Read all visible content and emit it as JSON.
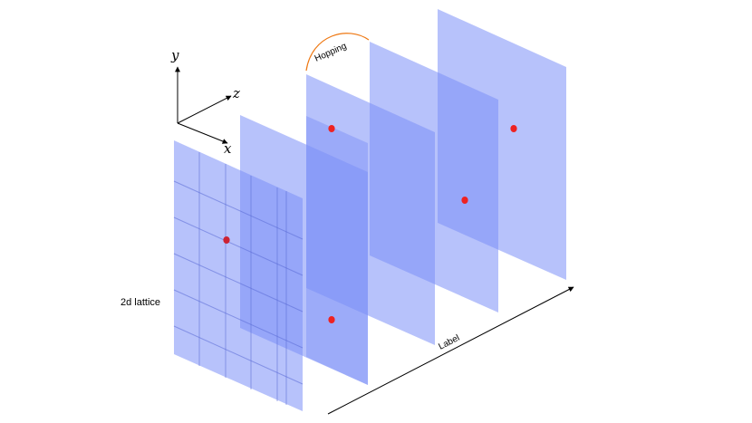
{
  "axes": {
    "y_label": "y",
    "z_label": "z",
    "x_label": "x"
  },
  "labels": {
    "hopping": "Hopping",
    "label": "Label",
    "lattice": "2d lattice"
  },
  "colors": {
    "plane_fill": "#7b8ff7",
    "dot": "#ee2222",
    "hopping_arc": "#ee7711",
    "grid": "#5a6ad6"
  }
}
